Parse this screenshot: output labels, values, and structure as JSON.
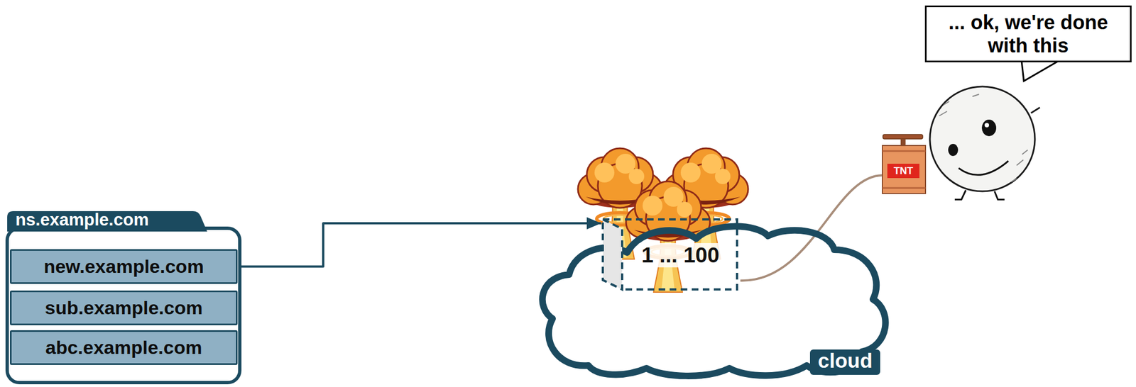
{
  "diagram": {
    "nodes": [
      {
        "text": [
          "ns.example.com"
        ]
      },
      {
        "text": [
          "new.example.com"
        ],
        "in": 0
      },
      {
        "text": [
          "sub.example.com"
        ],
        "in": 0
      },
      {
        "text": [
          "abc.example.com"
        ],
        "in": 0
      },
      {
        "text": [
          "cloud"
        ]
      },
      {
        "text": [
          "1 ... 100"
        ],
        "in": 4
      },
      {
        "text": [
          "... ok, we're done with this"
        ]
      }
    ],
    "edges": [
      {
        "from": 1,
        "to": 5,
        "arrow": "to"
      }
    ],
    "labels": [
      "TNT"
    ]
  }
}
